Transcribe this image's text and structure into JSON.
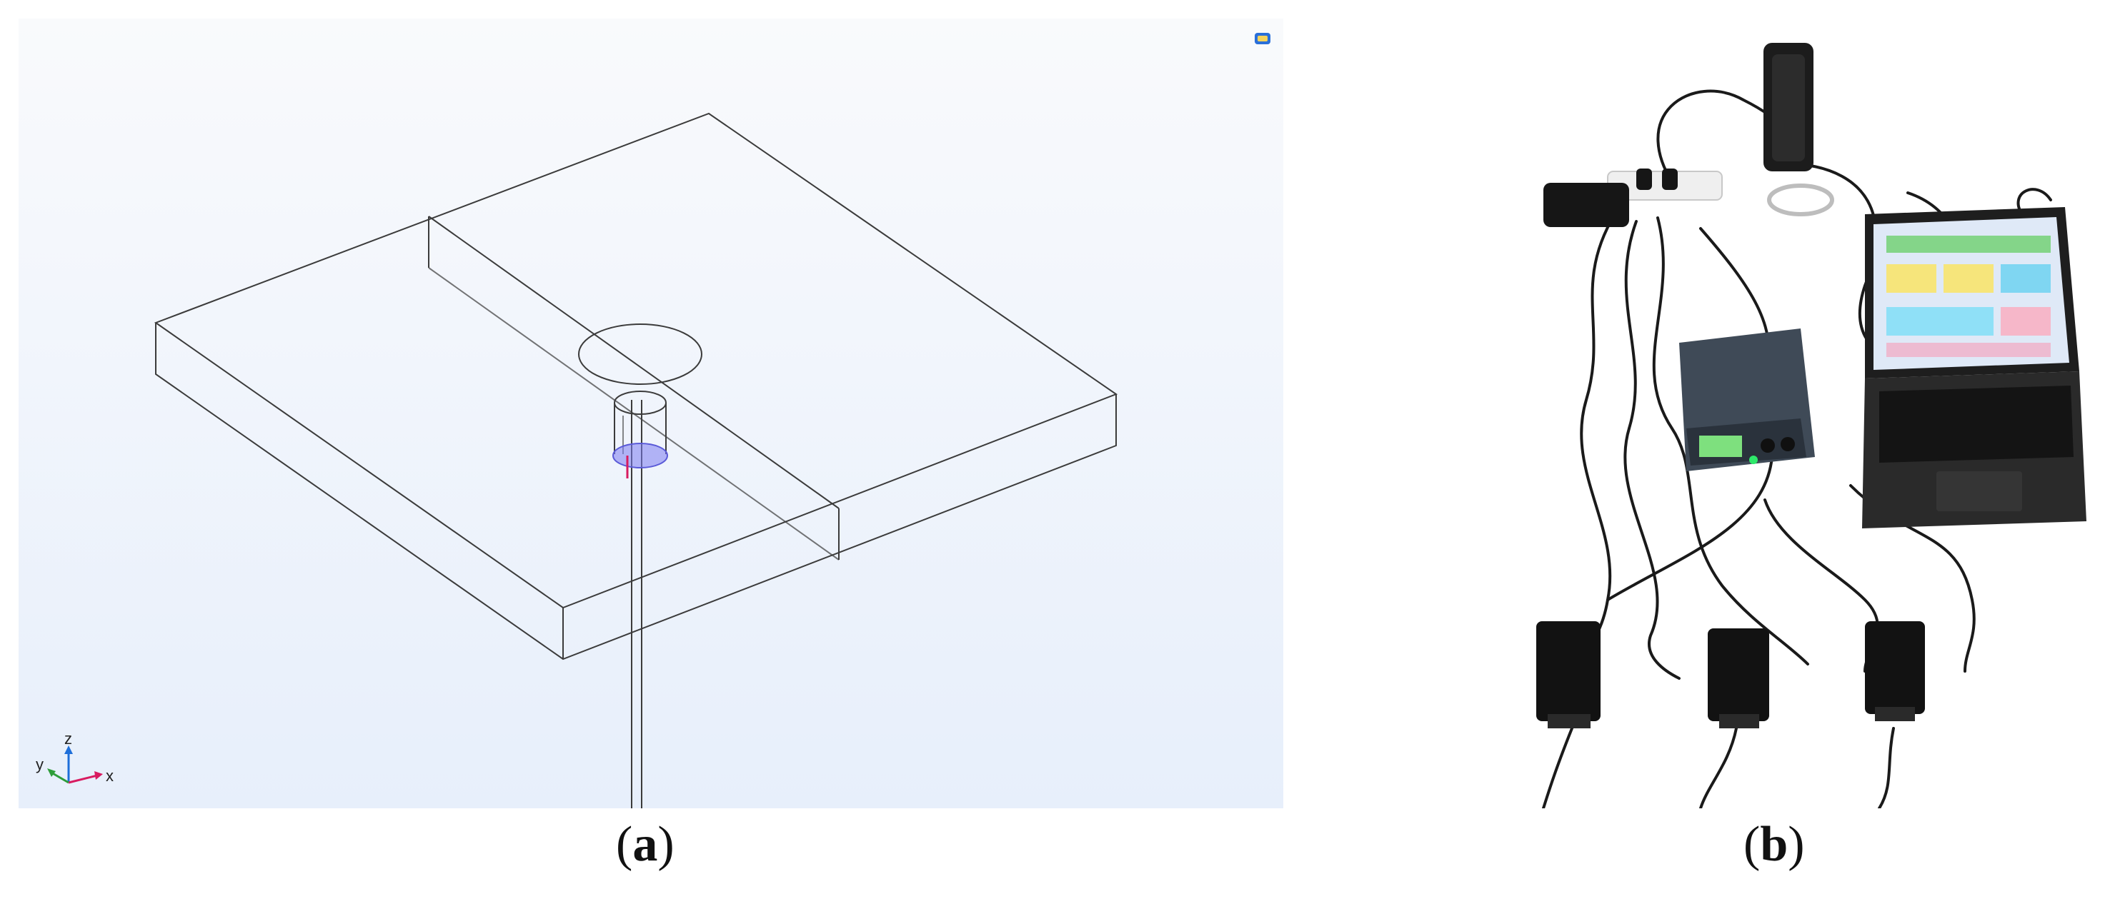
{
  "panel_a": {
    "caption_open": "(",
    "caption_letter": "a",
    "caption_close": ")",
    "axis_triad": {
      "x_label": "x",
      "y_label": "y",
      "z_label": "z"
    },
    "colors": {
      "background_top": "#f9fafc",
      "background_bottom": "#e7effb",
      "wire": "#3b3b3b",
      "port": "#7b7bf0",
      "x_axis": "#d81b60",
      "y_axis": "#2e9d3a",
      "z_axis": "#1e6fd9"
    },
    "icons": {
      "view_toggle": "viewport-toggle-icon"
    }
  },
  "panel_b": {
    "caption_open": "(",
    "caption_letter": "b",
    "caption_close": ")",
    "components": [
      "laptop",
      "signal-acquisition-unit",
      "power-strip",
      "power-adapter",
      "sensor-node",
      "sensor-node",
      "sensor-node",
      "cables"
    ]
  }
}
